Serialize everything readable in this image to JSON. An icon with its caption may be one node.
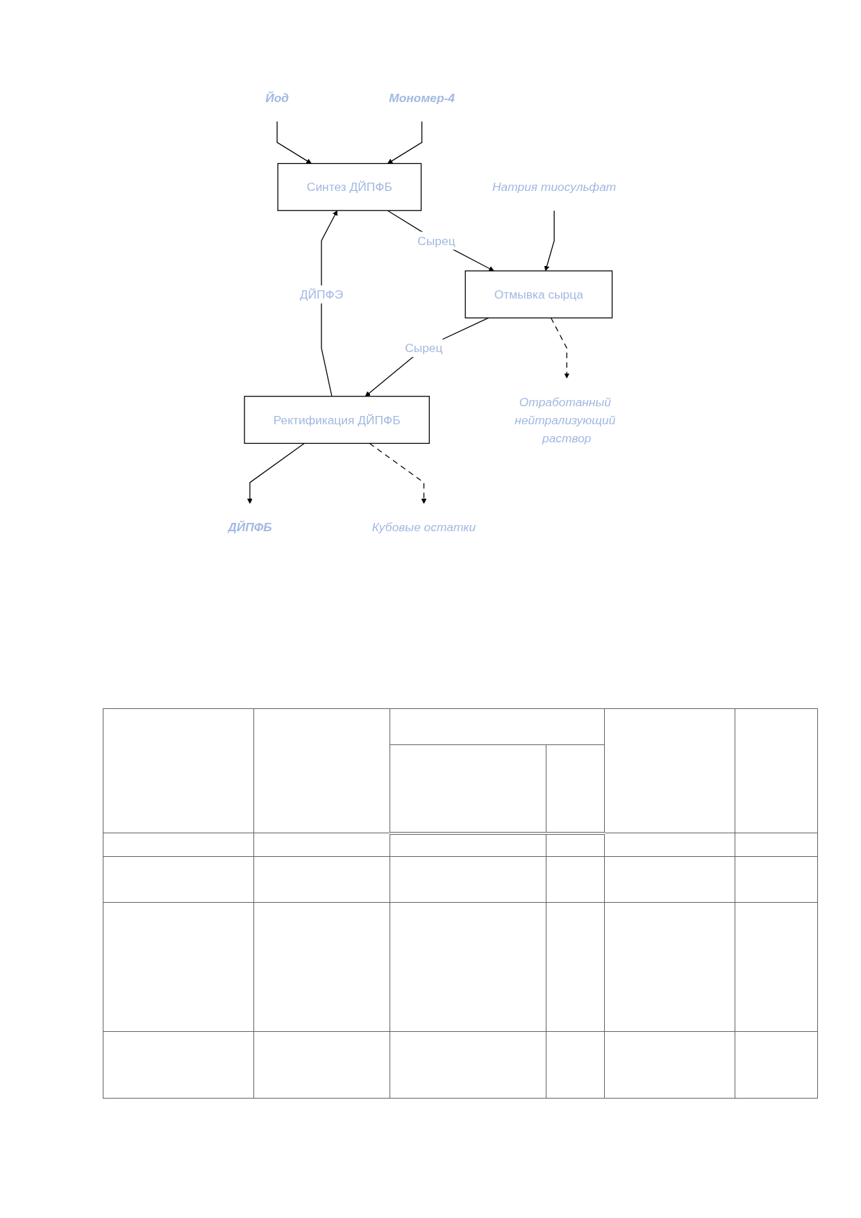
{
  "diagram": {
    "nodes": [
      {
        "text": [
          "Мономер-4"
        ]
      },
      {
        "text": [
          "Йод"
        ]
      },
      {
        "text": [
          "Синтез ДЙПФБ"
        ]
      },
      {
        "text": [
          "Натрия тиосульфат"
        ]
      },
      {
        "text": [
          "Отмывка сырца"
        ]
      },
      {
        "text": [
          "Отработанный нейтрализующий раствор"
        ]
      },
      {
        "text": [
          "Ректификация ДЙПФБ"
        ]
      },
      {
        "text": [
          "Кубовые остатки"
        ]
      },
      {
        "text": [
          "ДЙПФБ"
        ]
      }
    ],
    "edges": [
      {
        "from": 0,
        "to": 2,
        "arrow": "to"
      },
      {
        "from": 1,
        "to": 2,
        "arrow": "to"
      },
      {
        "from": 2,
        "to": 4,
        "arrow": "to",
        "label": "Сырец"
      },
      {
        "from": 3,
        "to": 4,
        "arrow": "to"
      },
      {
        "from": 4,
        "to": 5,
        "arrow": "to",
        "style": "dashed"
      },
      {
        "from": 4,
        "to": 6,
        "arrow": "to",
        "label": "Сырец"
      },
      {
        "from": 6,
        "to": 7,
        "arrow": "to",
        "style": "dashed"
      },
      {
        "from": 6,
        "to": 8,
        "arrow": "to"
      },
      {
        "from": 6,
        "to": 2,
        "arrow": "to",
        "label": "ДЙПФЭ"
      }
    ]
  }
}
